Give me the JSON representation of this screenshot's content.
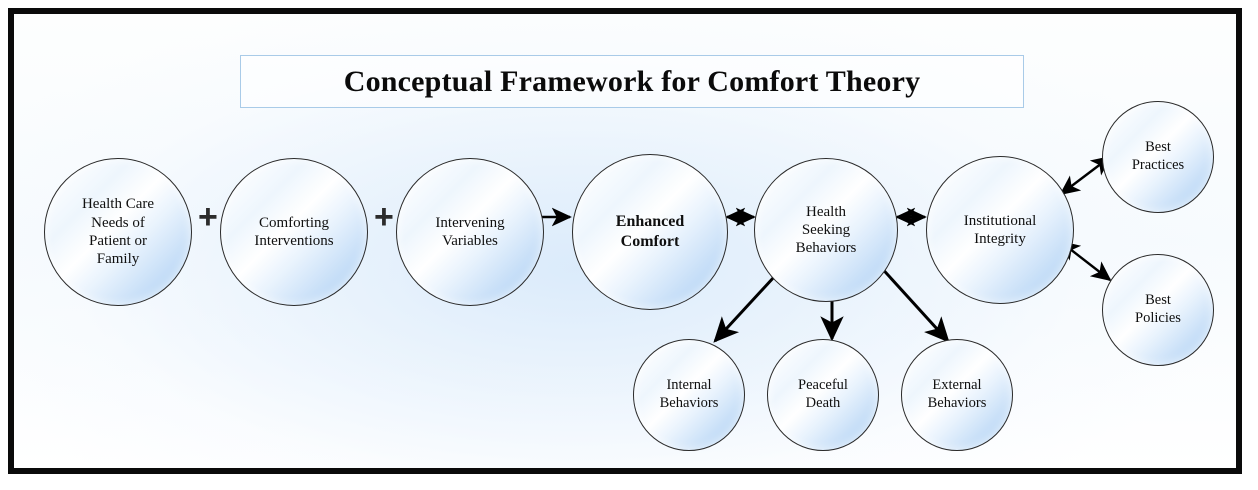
{
  "diagram": {
    "title": "Conceptual Framework for Comfort Theory",
    "accent_border_color": "#a9cbe8",
    "frame_color": "#0a0a0a",
    "node_gradient_from": "#ffffff",
    "node_gradient_to": "#a7cdf2",
    "node_stroke_color": "#2b2b2b",
    "arrow_color": "#000000",
    "operators": [
      {
        "symbol": "+",
        "name": "plus-operator-1"
      },
      {
        "symbol": "+",
        "name": "plus-operator-2"
      }
    ],
    "nodes": [
      {
        "id": "health-care-needs",
        "label": "Health Care\nNeeds of\nPatient or\nFamily",
        "bold": false
      },
      {
        "id": "comforting-interventions",
        "label": "Comforting\nInterventions",
        "bold": false
      },
      {
        "id": "intervening-variables",
        "label": "Intervening\nVariables",
        "bold": false
      },
      {
        "id": "enhanced-comfort",
        "label": "Enhanced\nComfort",
        "bold": true
      },
      {
        "id": "health-seeking-behaviors",
        "label": "Health\nSeeking\nBehaviors",
        "bold": false
      },
      {
        "id": "institutional-integrity",
        "label": "Institutional\nIntegrity",
        "bold": false
      },
      {
        "id": "best-practices",
        "label": "Best\nPractices",
        "bold": false
      },
      {
        "id": "best-policies",
        "label": "Best\nPolicies",
        "bold": false
      },
      {
        "id": "internal-behaviors",
        "label": "Internal\nBehaviors",
        "bold": false
      },
      {
        "id": "peaceful-death",
        "label": "Peaceful\nDeath",
        "bold": false
      },
      {
        "id": "external-behaviors",
        "label": "External\nBehaviors",
        "bold": false
      }
    ],
    "connections": [
      {
        "from": "health-care-needs",
        "to": "comforting-interventions",
        "type": "plus"
      },
      {
        "from": "comforting-interventions",
        "to": "intervening-variables",
        "type": "plus"
      },
      {
        "from": "intervening-variables",
        "to": "enhanced-comfort",
        "type": "arrow-single"
      },
      {
        "from": "enhanced-comfort",
        "to": "health-seeking-behaviors",
        "type": "arrow-double"
      },
      {
        "from": "health-seeking-behaviors",
        "to": "institutional-integrity",
        "type": "arrow-double"
      },
      {
        "from": "institutional-integrity",
        "to": "best-practices",
        "type": "arrow-double"
      },
      {
        "from": "institutional-integrity",
        "to": "best-policies",
        "type": "arrow-double"
      },
      {
        "from": "health-seeking-behaviors",
        "to": "internal-behaviors",
        "type": "arrow-single"
      },
      {
        "from": "health-seeking-behaviors",
        "to": "peaceful-death",
        "type": "arrow-single"
      },
      {
        "from": "health-seeking-behaviors",
        "to": "external-behaviors",
        "type": "arrow-single"
      }
    ]
  }
}
